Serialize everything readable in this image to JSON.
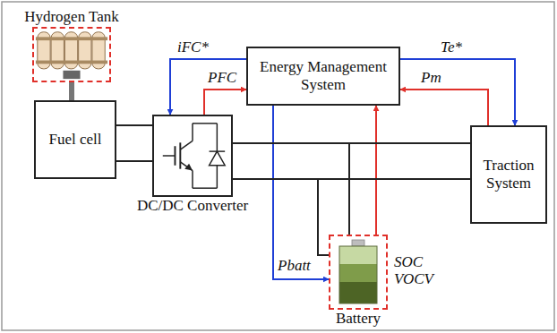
{
  "diagram": {
    "nodes": [
      {
        "text": [
          "Hydrogen Tank"
        ]
      },
      {
        "text": [
          "Fuel cell"
        ]
      },
      {
        "text": [
          "DC/DC Converter"
        ]
      },
      {
        "text": [
          "Energy Management System"
        ]
      },
      {
        "text": [
          "Traction System"
        ]
      },
      {
        "text": [
          "Battery"
        ]
      }
    ],
    "edges": [
      {
        "from": 3,
        "to": 2,
        "arrow": "to",
        "label": "iFC*"
      },
      {
        "from": 2,
        "to": 3,
        "arrow": "to",
        "label": "PFC"
      },
      {
        "from": 3,
        "to": 4,
        "arrow": "to",
        "label": "Te*"
      },
      {
        "from": 4,
        "to": 3,
        "arrow": "to",
        "label": "Pm"
      },
      {
        "from": 3,
        "to": 5,
        "arrow": "to",
        "label": "Pbatt"
      },
      {
        "from": 5,
        "to": 3,
        "arrow": "to",
        "label": "SOC VOCV"
      },
      {
        "from": 0,
        "to": 1,
        "arrow": "none"
      },
      {
        "from": 1,
        "to": 2,
        "arrow": "none"
      },
      {
        "from": 1,
        "to": 2,
        "arrow": "none"
      },
      {
        "from": 2,
        "to": 4,
        "arrow": "none"
      },
      {
        "from": 2,
        "to": 4,
        "arrow": "none"
      },
      {
        "from": 5,
        "to": 4,
        "arrow": "none"
      },
      {
        "from": 5,
        "to": 4,
        "arrow": "none"
      }
    ]
  }
}
